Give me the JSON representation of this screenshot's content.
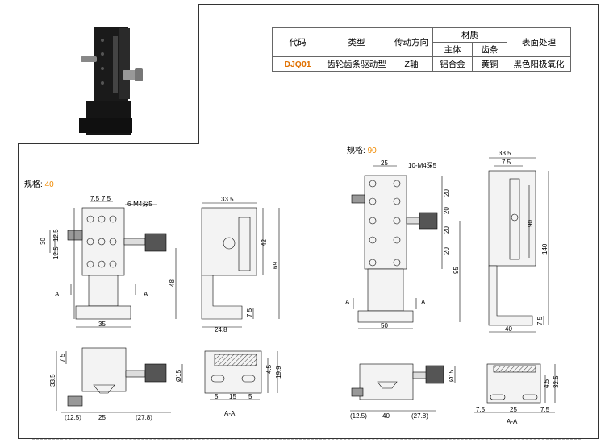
{
  "table": {
    "headers": {
      "code": "代码",
      "type": "类型",
      "direction": "传动方向",
      "material": "材质",
      "material_main": "主体",
      "material_rack": "齿条",
      "finish": "表面处理"
    },
    "row": {
      "code": "DJQ01",
      "type": "齿轮齿条驱动型",
      "direction": "Z轴",
      "main": "铝合金",
      "rack": "黄铜",
      "finish": "黑色阳极氧化"
    }
  },
  "spec40": {
    "label": "规格:",
    "value": "40",
    "front": {
      "holes": "6-M4深5",
      "d_top1": "7.5",
      "d_top2": "7.5",
      "d_30": "30",
      "d_125a": "12.5",
      "d_125b": "12.5",
      "d_48": "48",
      "d_35": "35",
      "sec_a1": "A",
      "sec_a2": "A"
    },
    "side": {
      "d_335": "33.5",
      "d_42": "42",
      "d_69": "69",
      "d_75": "7.5",
      "d_248": "24.8"
    },
    "top": {
      "d_75": "7.5",
      "d_335": "33.5",
      "d_15": "Ø15",
      "d_125": "(12.5)",
      "d_25": "25",
      "d_278": "(27.8)"
    },
    "section": {
      "d_45": "4.5",
      "d_199": "19.9",
      "d_5a": "5",
      "d_15": "15",
      "d_5b": "5",
      "name": "A-A"
    }
  },
  "spec90": {
    "label": "规格:",
    "value": "90",
    "front": {
      "d_25": "25",
      "holes": "10-M4深5",
      "d_20a": "20",
      "d_20b": "20",
      "d_20c": "20",
      "d_20d": "20",
      "d_95": "95",
      "d_50": "50",
      "sec_a1": "A",
      "sec_a2": "A"
    },
    "side": {
      "d_335": "33.5",
      "d_75": "7.5",
      "d_90": "90",
      "d_140": "140",
      "d_75b": "7.5",
      "d_40": "40"
    },
    "top": {
      "d_15": "Ø15",
      "d_125": "(12.5)",
      "d_40": "40",
      "d_278": "(27.8)"
    },
    "section": {
      "d_45": "4.5",
      "d_325": "32.5",
      "d_75a": "7.5",
      "d_25": "25",
      "d_75b": "7.5",
      "name": "A-A"
    }
  }
}
